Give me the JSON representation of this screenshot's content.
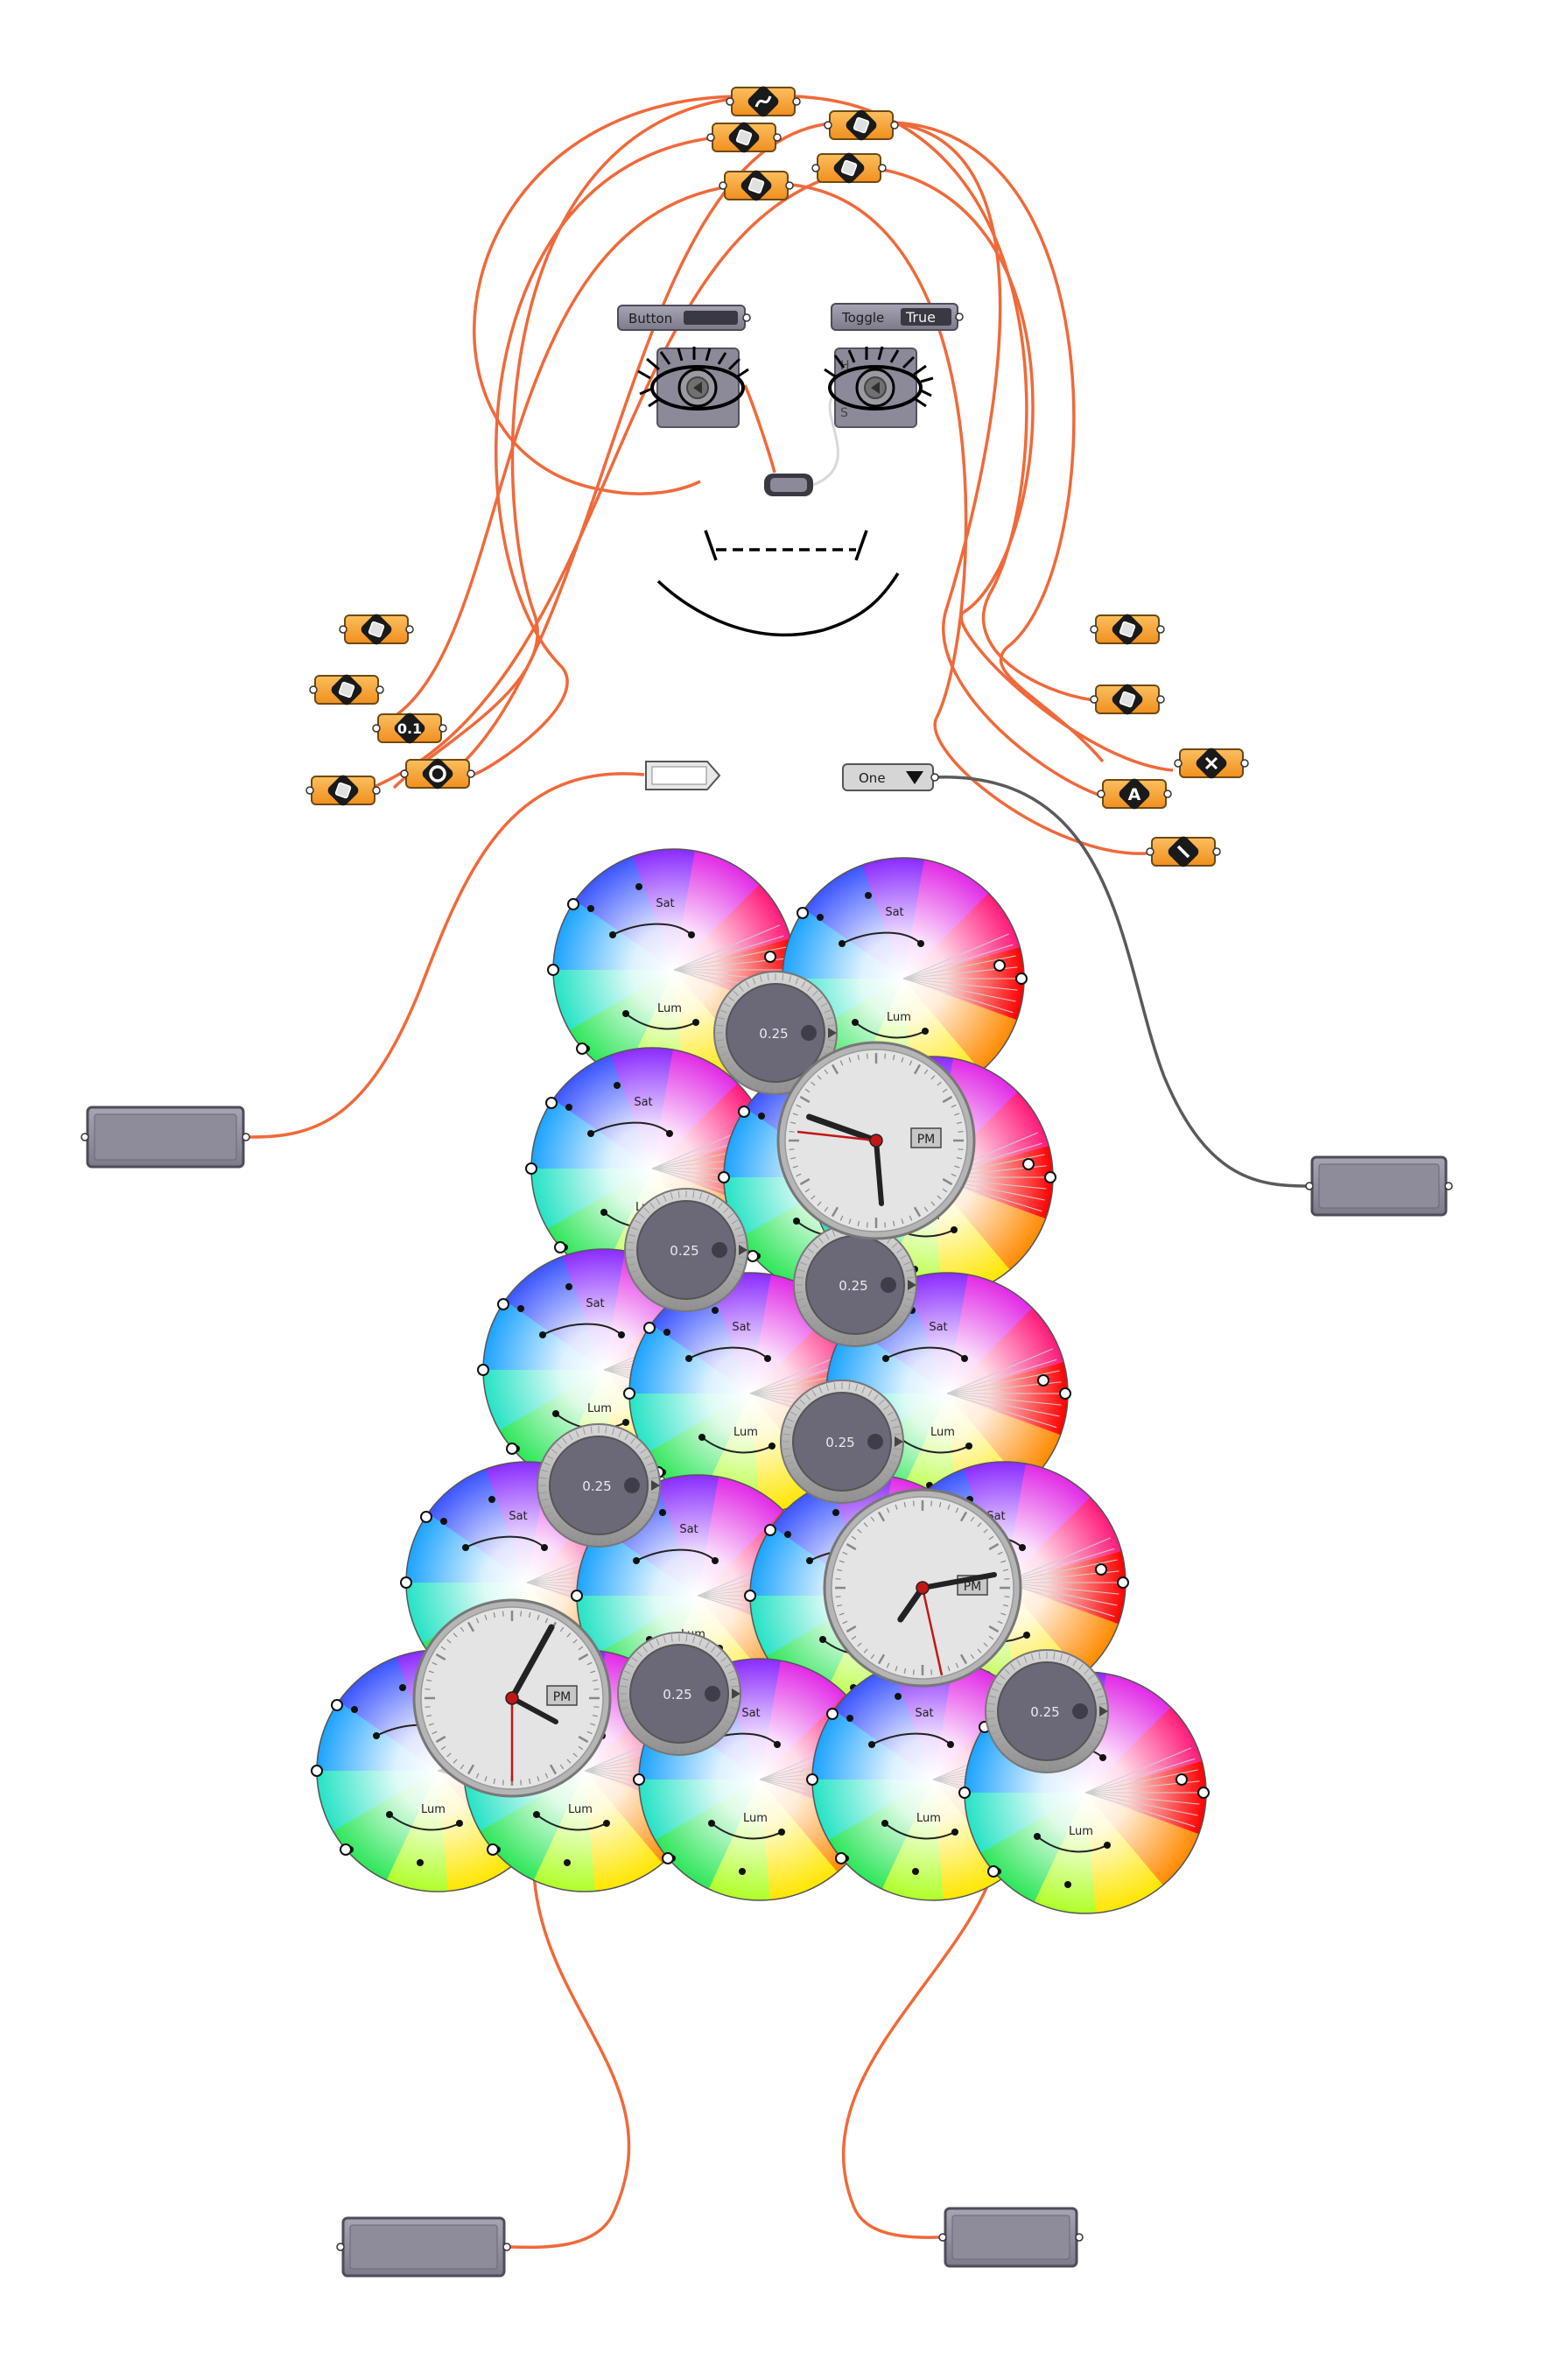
{
  "colors": {
    "wire": "#f0693a",
    "wire_dark": "#5a5a5a",
    "component_orange": "#f7a032",
    "component_gray": "#8c8a99",
    "knob_face": "#6b6978",
    "clock_face": "#e4e4e4"
  },
  "face": {
    "button_label": "Button",
    "toggle_label": "Toggle",
    "toggle_value": "True",
    "eye_right_ports": [
      "H",
      "S"
    ]
  },
  "value_list": {
    "selected": "One"
  },
  "hair_component_icons": [
    "curve-icon",
    "cube-icon",
    "surface-icon",
    "box-icon",
    "frame-icon",
    "plane-icon",
    "vector-icon",
    "image-icon",
    "number-icon",
    "circle-icon",
    "geometry-icon",
    "sphere-icon",
    "disk-icon",
    "close-icon",
    "text-icon",
    "line-icon"
  ],
  "hair_number_label": "0.1",
  "hair_text_label": "A",
  "color_wheels": {
    "sat_label": "Sat",
    "lum_label": "Lum"
  },
  "knobs": {
    "value": "0.25"
  },
  "clocks": {
    "meridiem": "PM"
  }
}
